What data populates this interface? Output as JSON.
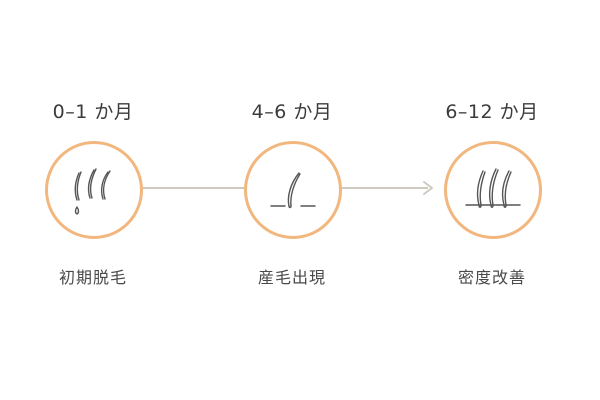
{
  "steps": [
    {
      "period": "0–1 か月",
      "caption": "初期脱毛",
      "icon": "shedding-hair-icon"
    },
    {
      "period": "4–6 か月",
      "caption": "産毛出現",
      "icon": "sprouting-hair-icon"
    },
    {
      "period": "6–12 か月",
      "caption": "密度改善",
      "icon": "dense-hair-icon"
    }
  ],
  "colors": {
    "ring": "#f2b77e",
    "connector": "#cfcabf",
    "icon_stroke": "#555555",
    "text": "#3d3d3d"
  }
}
